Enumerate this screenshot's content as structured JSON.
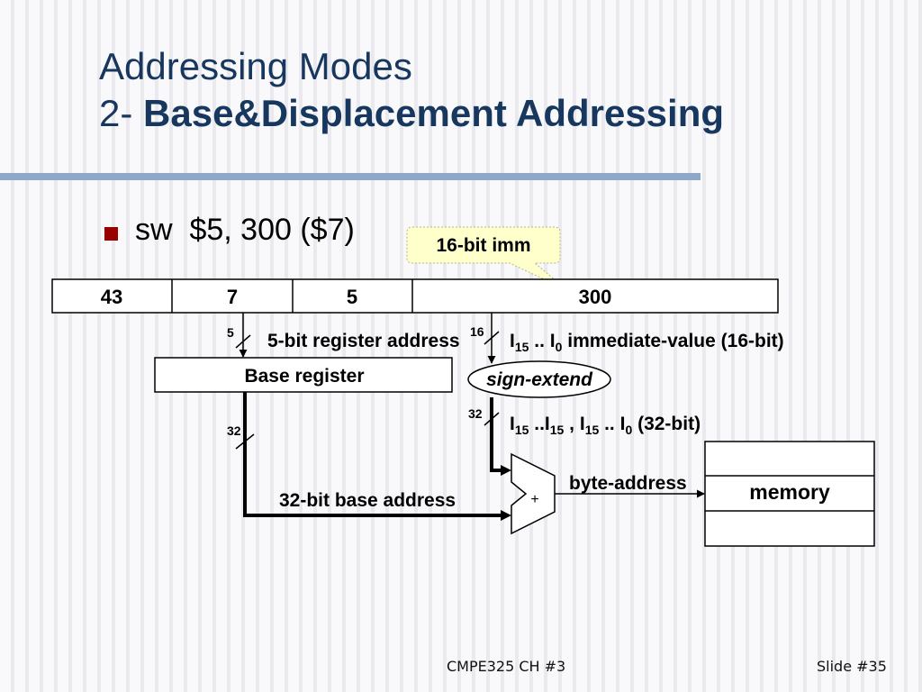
{
  "slide": {
    "title_line1": "Addressing Modes",
    "title_line2_prefix": "2-",
    "title_line2_bold": "Base&Displacement Addressing",
    "instruction": "sw  $5, 300 ($7)",
    "footer_center": "CMPE325 CH #3",
    "footer_right": "Slide #35"
  },
  "diagram": {
    "callout": "16-bit imm",
    "fields": [
      "43",
      "7",
      "5",
      "300"
    ],
    "bus_width_5": "5",
    "reg_addr_label": "5-bit register address",
    "bus_width_16": "16",
    "imm_value": {
      "a": "I",
      "a_sub": "15",
      "b": " .. I",
      "b_sub": "0",
      "rest": " immediate-value (16-bit)"
    },
    "base_register": "Base register",
    "sign_extend": "sign-extend",
    "bus_width_32a": "32",
    "bus_width_32b": "32",
    "extended_value": {
      "a": "I",
      "a_sub": "15",
      "b": " ..I",
      "b_sub": "15",
      "c": " , I",
      "c_sub": "15",
      "d": " .. I",
      "d_sub": "0",
      "rest": "     (32-bit)"
    },
    "adder_sign": "+",
    "byte_address": "byte-address",
    "base_address": "32-bit base address",
    "memory": "memory"
  }
}
